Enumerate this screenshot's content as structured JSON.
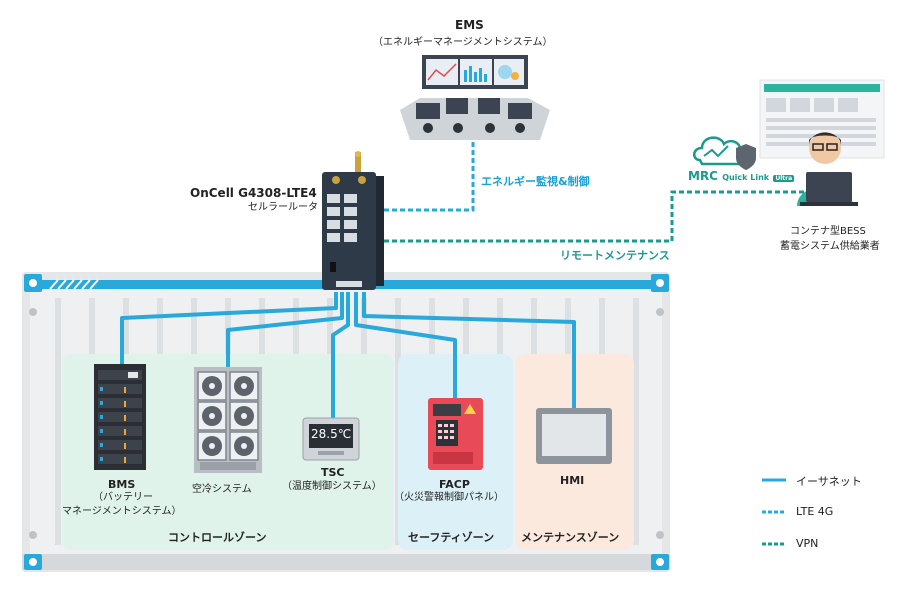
{
  "ems": {
    "title": "EMS",
    "subtitle": "（エネルギーマネージメントシステム）"
  },
  "router": {
    "name": "OnCell G4308-LTE4",
    "type": "セルラールータ"
  },
  "links": {
    "energy_monitoring": "エネルギー監視&制御",
    "remote_maintenance": "リモートメンテナンス"
  },
  "mrc_logo": {
    "line1": "MRC",
    "line2": "Quick Link",
    "badge": "Ultra"
  },
  "operator": {
    "line1": "コンテナ型BESS",
    "line2": "蓄電システム供給業者"
  },
  "devices": {
    "bms": {
      "name": "BMS",
      "line1": "（バッテリー",
      "line2": "マネージメントシステム）"
    },
    "cooling": {
      "name": "空冷システム"
    },
    "tsc": {
      "name": "TSC",
      "sub": "（温度制御システム）",
      "display": "28.5℃"
    },
    "facp": {
      "name": "FACP",
      "sub": "（火災警報制御パネル）"
    },
    "hmi": {
      "name": "HMI"
    }
  },
  "zones": {
    "control": "コントロールゾーン",
    "safety": "セーフティゾーン",
    "maintenance": "メンテナンスゾーン"
  },
  "legend": {
    "ethernet": "イーサネット",
    "lte": "LTE 4G",
    "vpn": "VPN"
  },
  "colors": {
    "ethernet": "#29a8dc",
    "lte": "#29a8dc",
    "vpn": "#1a9b8c",
    "control_zone": "#dff3ea",
    "safety_zone": "#dcf0f8",
    "maintenance_zone": "#fbe9dd"
  }
}
